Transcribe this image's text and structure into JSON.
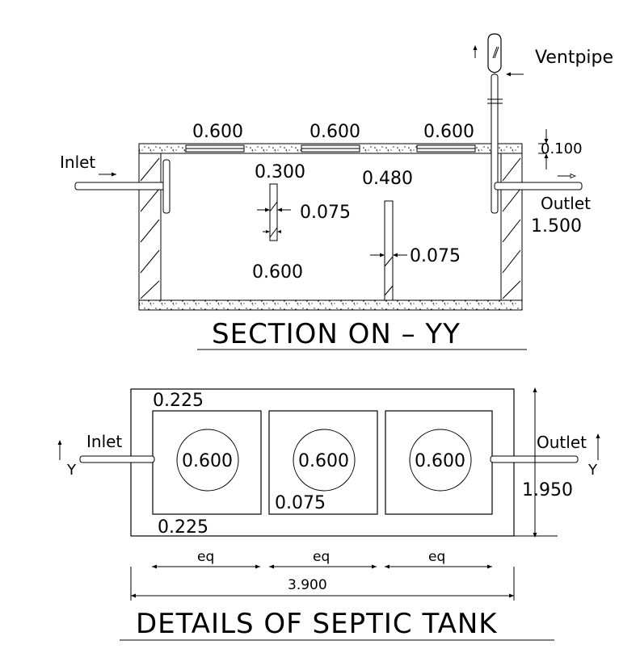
{
  "section": {
    "title": "SECTION  ON  –  YY",
    "labels": {
      "inlet": "Inlet",
      "outlet": "Outlet",
      "ventpipe": "Ventpipe",
      "slab_1": "0.600",
      "slab_2": "0.600",
      "slab_3": "0.600",
      "top_thickness": "0.100",
      "baffle_1_top": "0.300",
      "baffle_2_top": "0.480",
      "baffle_1_width": "0.075",
      "baffle_2_width": "0.075",
      "baffle_1_bottom": "0.600",
      "depth": "1.500"
    }
  },
  "plan": {
    "title": "DETAILS  OF  SEPTIC  TANK",
    "labels": {
      "inlet": "Inlet",
      "outlet": "Outlet",
      "wall_top": "0.225",
      "wall_bottom": "0.225",
      "manhole_1": "0.600",
      "manhole_2": "0.600",
      "manhole_3": "0.600",
      "partition": "0.075",
      "width": "1.950",
      "y_left": "Y",
      "y_right": "Y",
      "eq_1": "eq",
      "eq_2": "eq",
      "eq_3": "eq",
      "total_length": "3.900"
    }
  }
}
